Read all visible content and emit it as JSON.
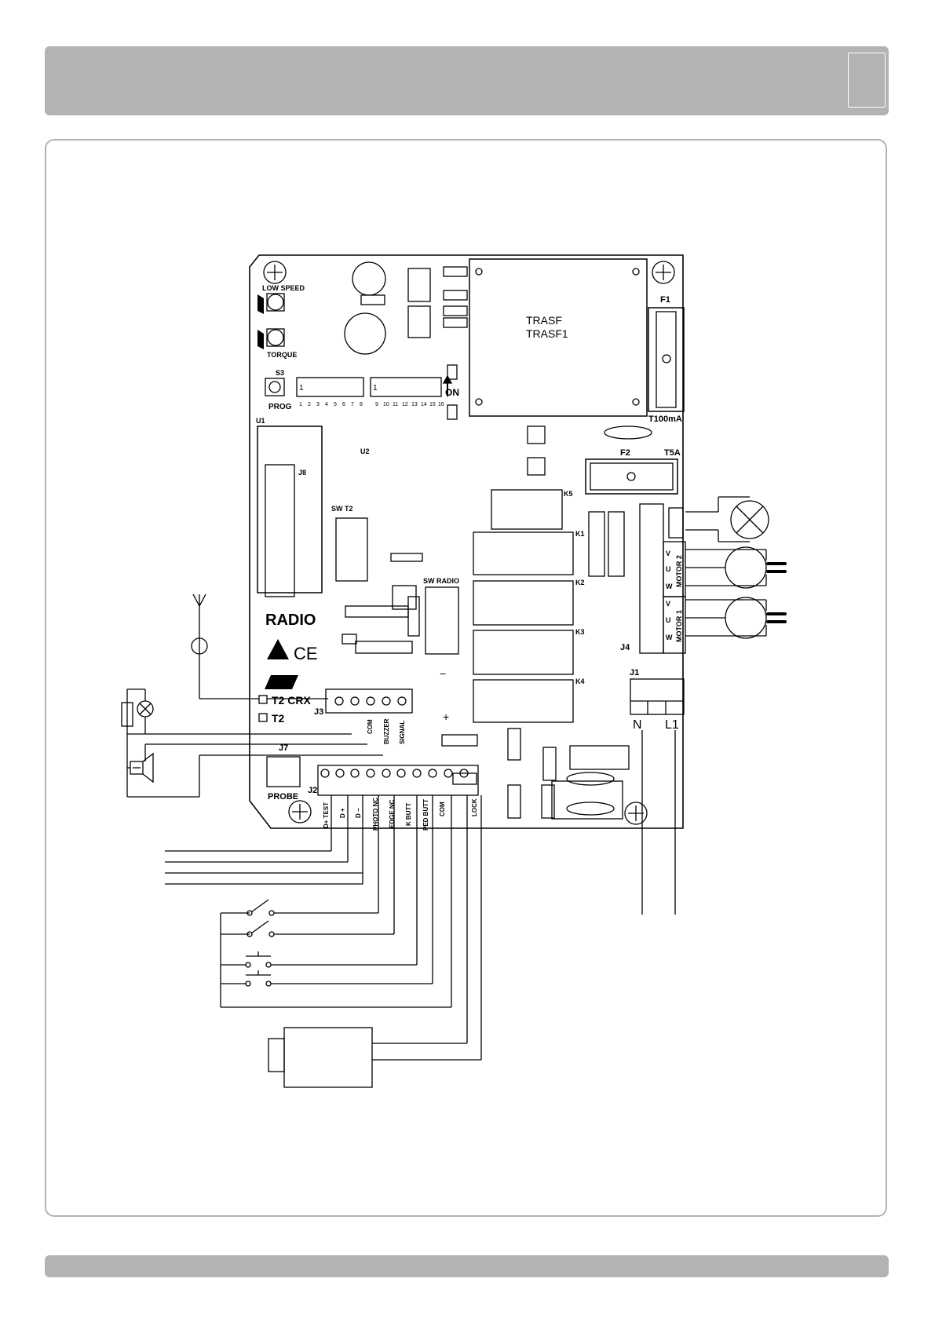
{
  "board": {
    "trasf": "TRASF",
    "trasf1": "TRASF1",
    "f1": "F1",
    "f1_rating": "T100mA",
    "f2": "F2",
    "f2_rating": "T5A",
    "low_speed": "LOW SPEED",
    "torque": "TORQUE",
    "s3": "S3",
    "prog": "PROG",
    "dip_numbers": [
      "1",
      "2",
      "3",
      "4",
      "5",
      "6",
      "7",
      "8",
      "9",
      "10",
      "11",
      "12",
      "13",
      "14",
      "15",
      "16"
    ],
    "dip_index": "1",
    "on": "ON",
    "u1": "U1",
    "u2": "U2",
    "j8": "J8",
    "sw_t2": "SW  T2",
    "sw_radio": "SW  RADIO",
    "radio": "RADIO",
    "ce": "CE",
    "t2_crx": "T2 CRX",
    "t2": "T2",
    "j3": "J3",
    "j7": "J7",
    "j2": "J2",
    "probe": "PROBE",
    "j1": "J1",
    "j4": "J4",
    "k1": "K1",
    "k2": "K2",
    "k3": "K3",
    "k4": "K4",
    "k5": "K5",
    "n": "N",
    "l1": "L1",
    "motor1": "MOTOR 1",
    "motor2": "MOTOR 2",
    "v": "V",
    "u": "U",
    "w": "W",
    "minus": "−",
    "plus": "+",
    "j3_labels": [
      "COM",
      "BUZZER",
      "SIGNAL"
    ],
    "j2_labels": [
      "D+ TEST",
      "D +",
      "D −",
      "PHOTO NC",
      "EDGE NC",
      "K BUTT",
      "PED BUTT",
      "COM",
      "LOCK"
    ]
  },
  "icons": {
    "lamp": "lamp-icon",
    "motor": "motor-icon",
    "antenna": "antenna-icon",
    "esd": "esd-warning-icon",
    "buzzer": "buzzer-icon",
    "lock": "electric-lock-icon"
  },
  "colors": {
    "bar": "#b3b3b3",
    "line": "#000000"
  }
}
